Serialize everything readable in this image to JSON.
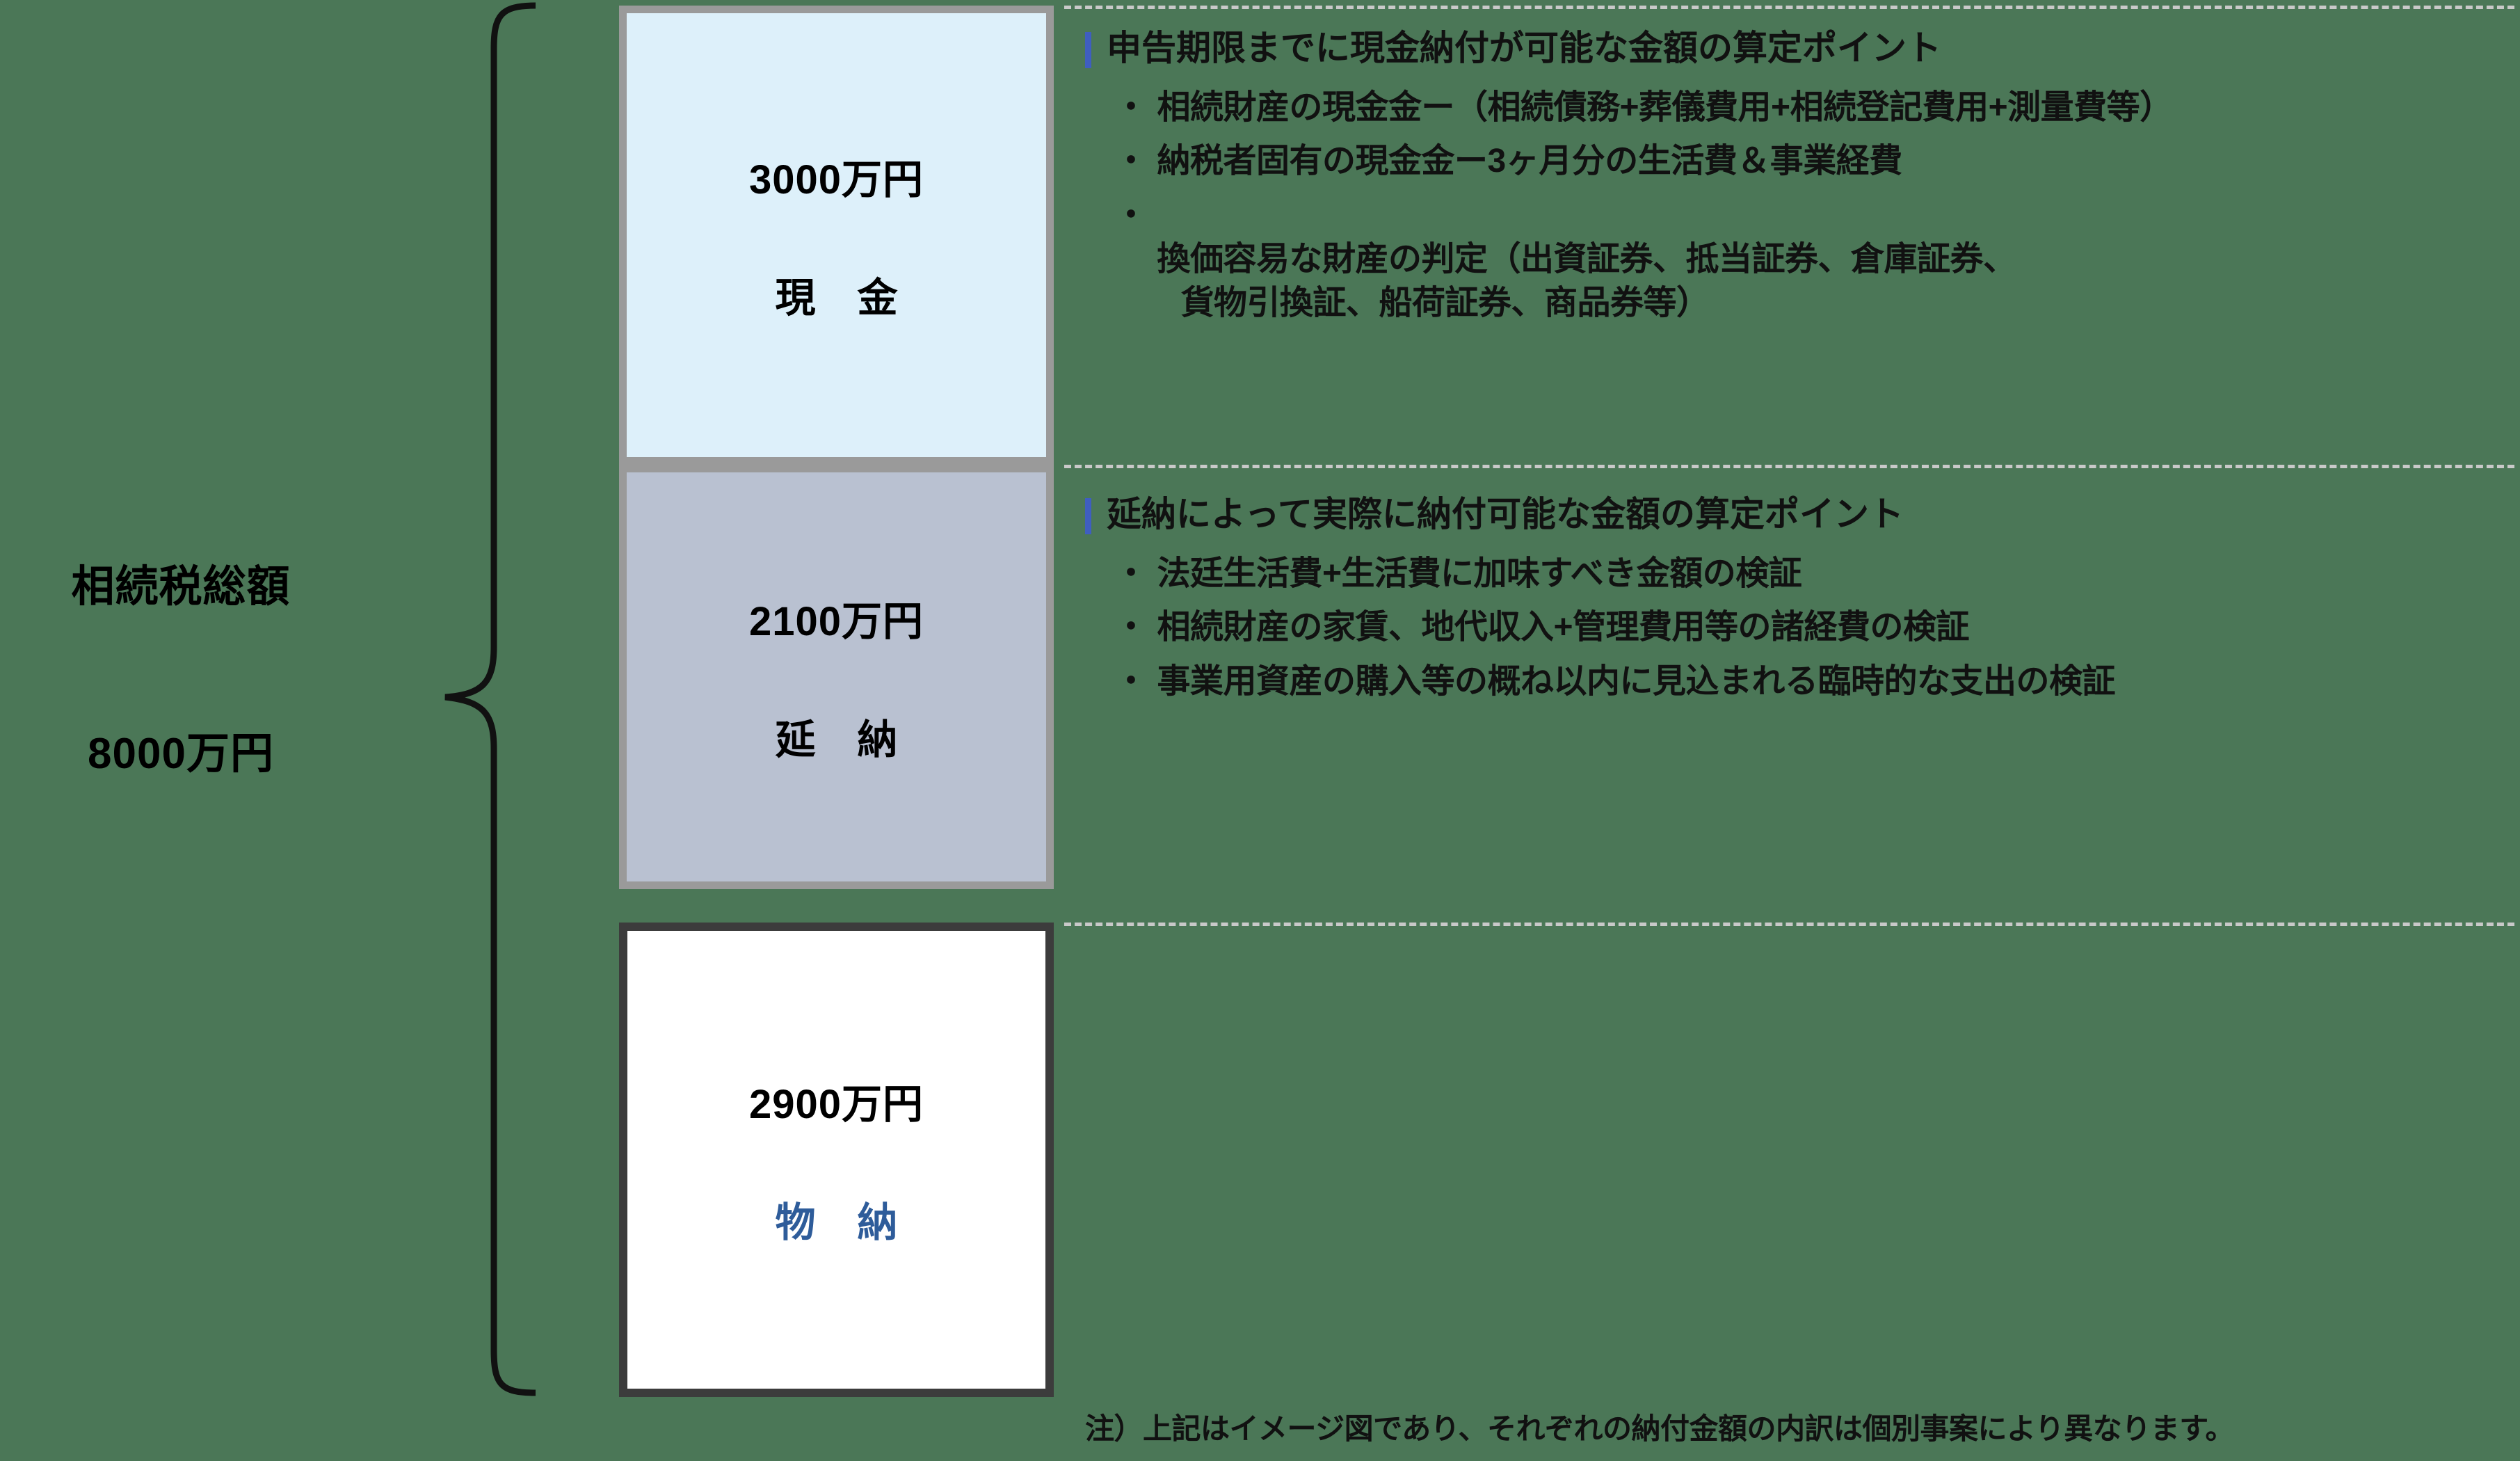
{
  "background_color": "#4b7757",
  "total": {
    "label": "相続税総額",
    "amount": "8000万円"
  },
  "boxes": [
    {
      "amount": "3000万円",
      "kind": "現 金",
      "fill_color": "#ddf0fa",
      "border_color": "#9a9a9a",
      "text_color": "#000000"
    },
    {
      "amount": "2100万円",
      "kind": "延 納",
      "fill_color": "#b9c1d1",
      "border_color": "#9a9a9a",
      "text_color": "#000000"
    },
    {
      "amount": "2900万円",
      "kind": "物 納",
      "fill_color": "#ffffff",
      "border_color": "#3c3c3c",
      "text_color": "#2e5c9a"
    }
  ],
  "panels": [
    {
      "heading": "申告期限までに現金納付が可能な金額の算定ポイント",
      "accent_color": "#3f5ec0",
      "bullets": [
        {
          "line1": "相続財産の現金金ー（相続債務+葬儀費用+相続登記費用+測量費等）",
          "line2": ""
        },
        {
          "line1": "納税者固有の現金金ー3ヶ月分の生活費＆事業経費",
          "line2": ""
        },
        {
          "line1": "換価容易な財産の判定（出資証券、抵当証券、倉庫証券、",
          "line2": "貨物引換証、船荷証券、商品券等）"
        }
      ]
    },
    {
      "heading": "延納によって実際に納付可能な金額の算定ポイント",
      "accent_color": "#3f5ec0",
      "bullets": [
        {
          "line1": "法廷生活費+生活費に加味すべき金額の検証",
          "line2": ""
        },
        {
          "line1": "相続財産の家賃、地代収入+管理費用等の諸経費の検証",
          "line2": ""
        },
        {
          "line1": "事業用資産の購入等の概ね以内に見込まれる臨時的な支出の検証",
          "line2": ""
        }
      ]
    }
  ],
  "bullet_marker": "・",
  "footnote": "注）上記はイメージ図であり、それぞれの納付金額の内訳は個別事案により異なります。"
}
